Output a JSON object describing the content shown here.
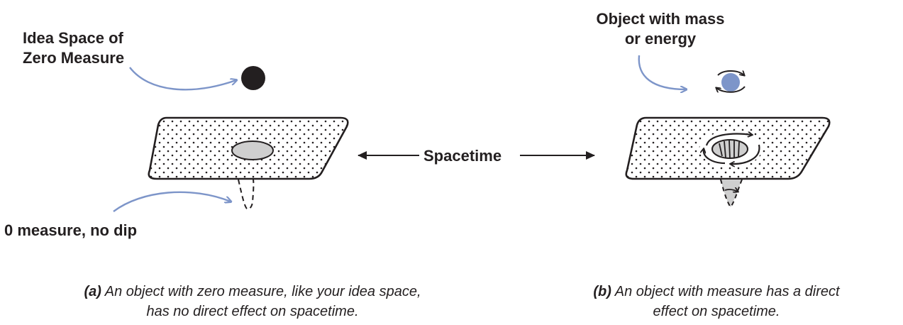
{
  "labels": {
    "idea_space_line1": "Idea Space of",
    "idea_space_line2": "Zero Measure",
    "object_mass_line1": "Object with mass",
    "object_mass_line2": "or energy",
    "spacetime": "Spacetime",
    "zero_measure": "0 measure, no dip"
  },
  "captions": {
    "a_tag": "(a)",
    "a_line1": "An object with zero measure, like your idea space,",
    "a_line2": "has no direct effect on spacetime.",
    "b_tag": "(b)",
    "b_line1": "An object with measure has a direct",
    "b_line2": "effect on spacetime."
  },
  "colors": {
    "accent_blue": "#7d95c9",
    "ink": "#231f20",
    "grey_fill": "#cfcfcf"
  }
}
